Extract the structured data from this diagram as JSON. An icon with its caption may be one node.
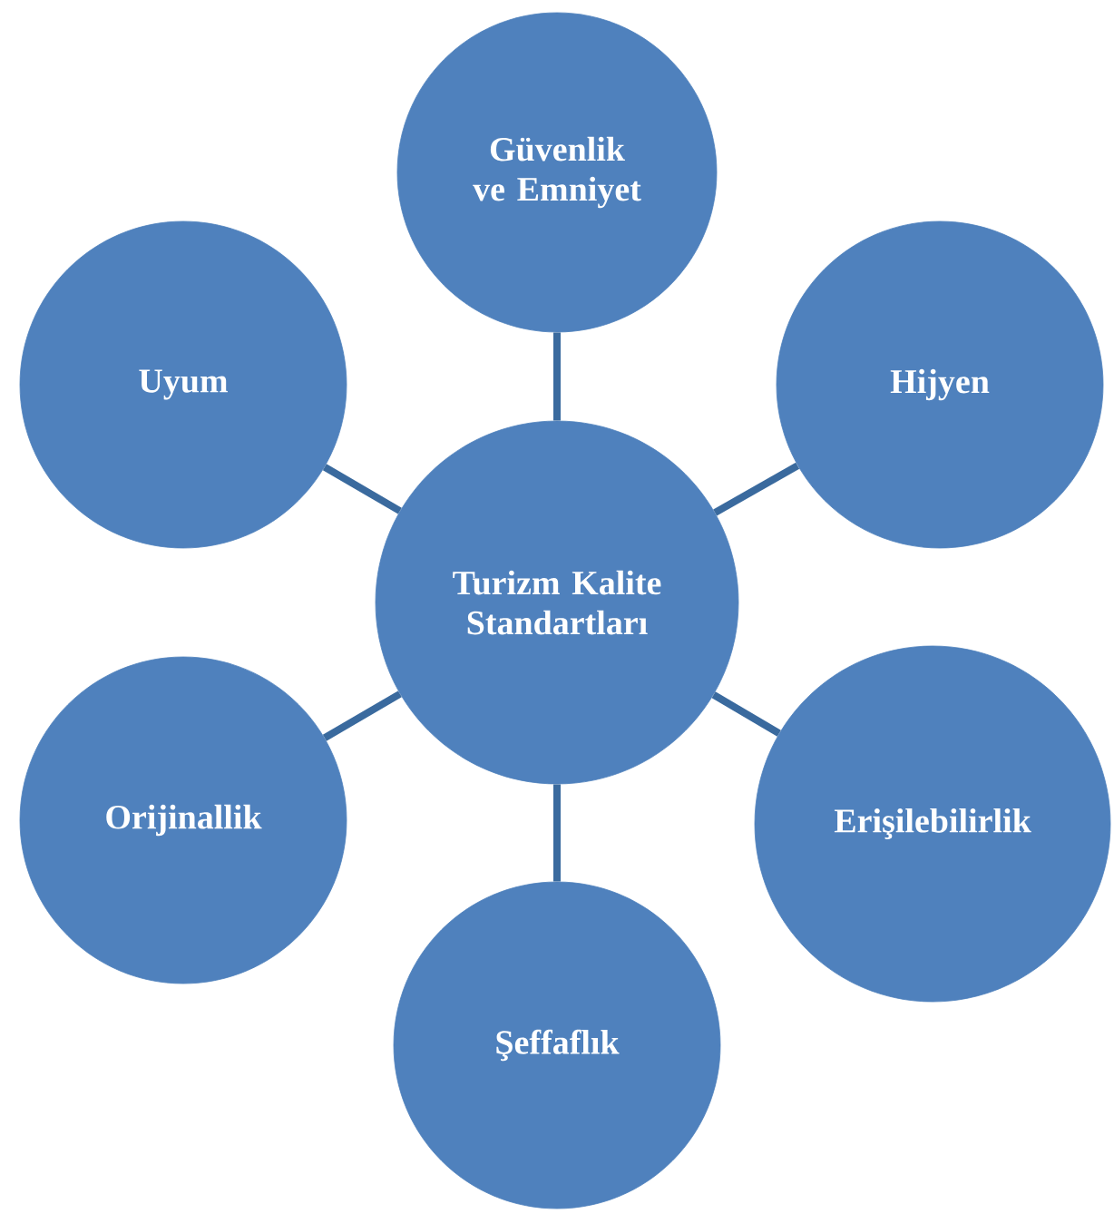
{
  "diagram": {
    "nodes": [
      {
        "text": [
          "Güvenlik ve Emniyet"
        ]
      },
      {
        "text": [
          "Uyum"
        ]
      },
      {
        "text": [
          "Hijyen"
        ]
      },
      {
        "text": [
          "Turizm Kalite Standartları"
        ]
      },
      {
        "text": [
          "Orijinallik"
        ]
      },
      {
        "text": [
          "Erişilebilirlik"
        ]
      },
      {
        "text": [
          "Şeffaflık"
        ]
      }
    ],
    "edges": [
      {
        "from": 3,
        "to": 0,
        "arrow": "none"
      },
      {
        "from": 3,
        "to": 2,
        "arrow": "none"
      },
      {
        "from": 3,
        "to": 5,
        "arrow": "none"
      },
      {
        "from": 3,
        "to": 6,
        "arrow": "none"
      },
      {
        "from": 3,
        "to": 4,
        "arrow": "none"
      },
      {
        "from": 3,
        "to": 1,
        "arrow": "none"
      }
    ]
  }
}
